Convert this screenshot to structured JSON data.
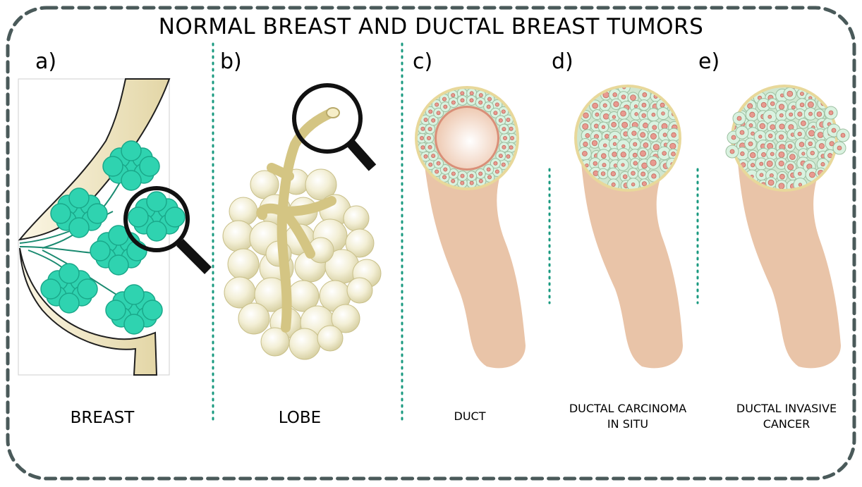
{
  "title": "NORMAL BREAST AND DUCTAL BREAST TUMORS",
  "panels": [
    {
      "letter": "a)",
      "caption": "BREAST"
    },
    {
      "letter": "b)",
      "caption": "LOBE"
    },
    {
      "letter": "c)",
      "caption": "DUCT"
    },
    {
      "letter": "d)",
      "caption_line1": "DUCTAL CARCINOMA",
      "caption_line2": "IN SITU"
    },
    {
      "letter": "e)",
      "caption_line1": "DUCTAL INVASIVE",
      "caption_line2": "CANCER"
    }
  ],
  "colors": {
    "frame": "#4a5a5a",
    "divider": "#1a9a80",
    "lobule": "#2fd3b0",
    "lobe": "#f3efd2",
    "duct_tissue": "#e9c4a8",
    "duct_wall": "#e8d89a",
    "cell": "#d9f2e0",
    "nucleus": "#e89a90"
  },
  "icons": [
    "magnifier-icon"
  ]
}
